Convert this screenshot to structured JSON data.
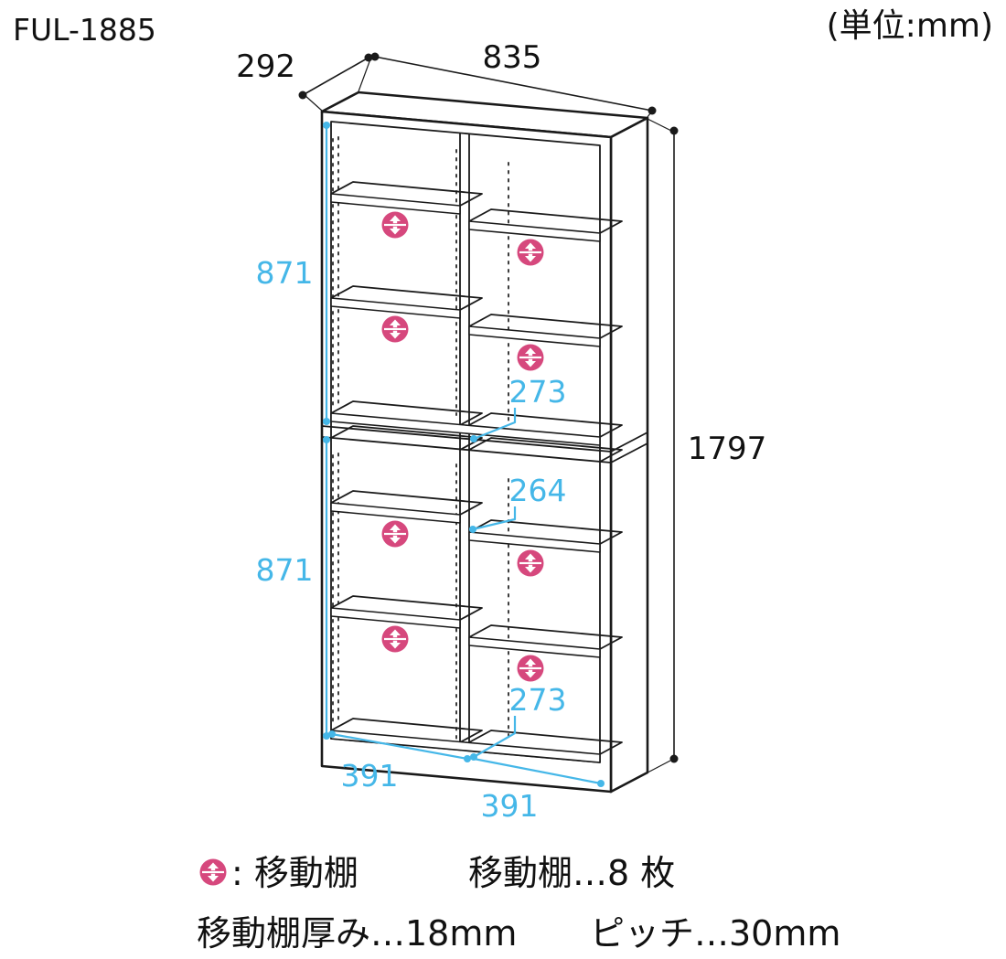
{
  "title": "FUL-1885",
  "unit_label": "(単位:mm)",
  "colors": {
    "line": "#1a1a1a",
    "inner_dim": "#45b7e8",
    "icon_pink": "#d6487d"
  },
  "dims": {
    "depth": "292",
    "width": "835",
    "height": "1797",
    "upper_inner_height": "871",
    "lower_inner_height": "871",
    "upper_right_cell_height": "273",
    "middle_right_cell_height": "264",
    "lower_right_cell_height": "273",
    "left_inner_width": "391",
    "right_inner_width": "391"
  },
  "legend": {
    "icon_meaning": ": 移動棚",
    "shelf_count": "移動棚…8 枚",
    "shelf_thickness": "移動棚厚み…18mm",
    "pitch": "ピッチ…30mm"
  }
}
